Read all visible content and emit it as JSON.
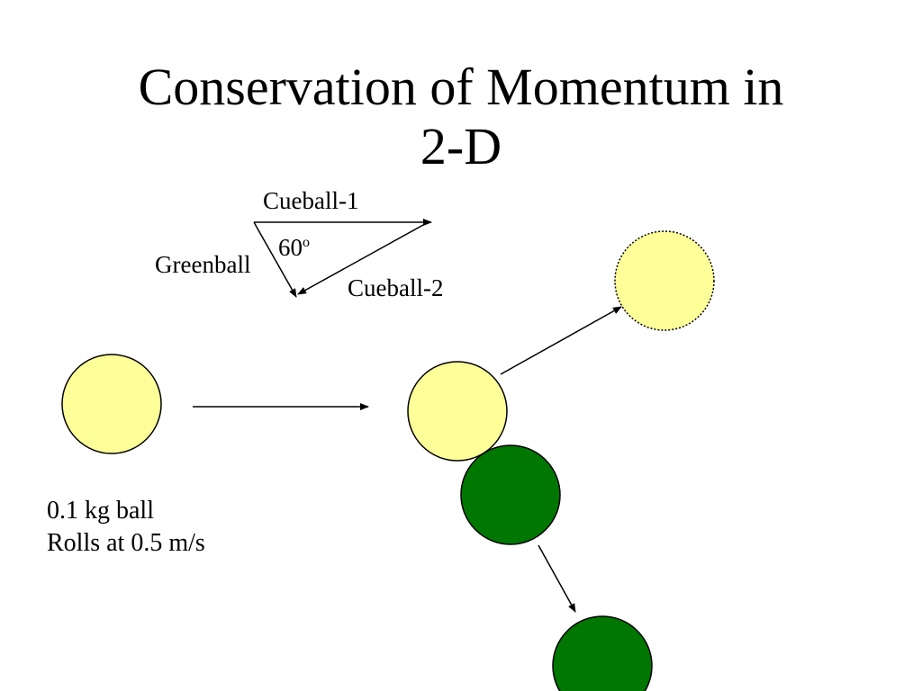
{
  "title": {
    "line1": "Conservation of Momentum in",
    "line2": "2-D"
  },
  "vector_diagram": {
    "cueball1_label": "Cueball-1",
    "greenball_label": "Greenball",
    "angle_value": "60",
    "angle_unit": "o",
    "cueball2_label": "Cueball-2"
  },
  "caption": {
    "line1": "0.1 kg ball",
    "line2": "Rolls at 0.5 m/s"
  },
  "colors": {
    "cue_ball_fill": "#FFFF99",
    "green_ball_fill": "#007700",
    "stroke": "#000000",
    "background": "#FFFFFF"
  },
  "icons": {
    "cue_ball": "yellow-circle",
    "green_ball": "green-circle",
    "arrow": "arrow-line"
  }
}
